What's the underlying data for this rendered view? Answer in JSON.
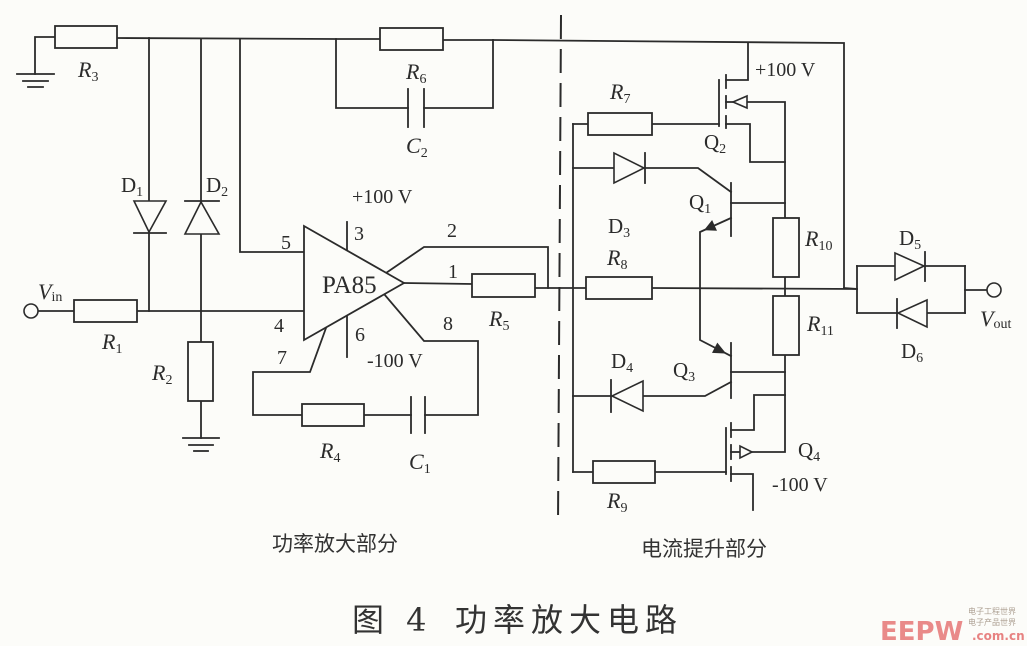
{
  "figure": {
    "number_label": "图 4",
    "title": "功率放大电路"
  },
  "sections": {
    "power_amplifier": "功率放大部分",
    "current_boost": "电流提升部分"
  },
  "amplifier": {
    "name": "PA85",
    "pins": [
      "1",
      "2",
      "3",
      "4",
      "5",
      "6",
      "7",
      "8"
    ],
    "vplus": "+100 V",
    "vminus": "-100 V"
  },
  "supplies": {
    "q2_drain": "+100 V",
    "q4_source": "-100 V"
  },
  "terminals": {
    "vin": {
      "sym": "V",
      "sub": "in"
    },
    "vout": {
      "sym": "V",
      "sub": "out"
    }
  },
  "labels": {
    "R1": {
      "sym": "R",
      "sub": "1"
    },
    "R2": {
      "sym": "R",
      "sub": "2"
    },
    "R3": {
      "sym": "R",
      "sub": "3"
    },
    "R4": {
      "sym": "R",
      "sub": "4"
    },
    "R5": {
      "sym": "R",
      "sub": "5"
    },
    "R6": {
      "sym": "R",
      "sub": "6"
    },
    "R7": {
      "sym": "R",
      "sub": "7"
    },
    "R8": {
      "sym": "R",
      "sub": "8"
    },
    "R9": {
      "sym": "R",
      "sub": "9"
    },
    "R10": {
      "sym": "R",
      "sub": "10"
    },
    "R11": {
      "sym": "R",
      "sub": "11"
    },
    "C1": {
      "sym": "C",
      "sub": "1"
    },
    "C2": {
      "sym": "C",
      "sub": "2"
    },
    "D1": {
      "sym": "D",
      "sub": "1"
    },
    "D2": {
      "sym": "D",
      "sub": "2"
    },
    "D3": {
      "sym": "D",
      "sub": "3"
    },
    "D4": {
      "sym": "D",
      "sub": "4"
    },
    "D5": {
      "sym": "D",
      "sub": "5"
    },
    "D6": {
      "sym": "D",
      "sub": "6"
    },
    "Q1": {
      "sym": "Q",
      "sub": "1"
    },
    "Q2": {
      "sym": "Q",
      "sub": "2"
    },
    "Q3": {
      "sym": "Q",
      "sub": "3"
    },
    "Q4": {
      "sym": "Q",
      "sub": "4"
    }
  },
  "watermark": {
    "logo": "EEPW",
    "cn_line1": "电子工程世界",
    "cn_line2": "电子产品世界",
    "domain": ".com.cn"
  },
  "colors": {
    "ink": "#2b2b2b",
    "background": "#fcfcf9",
    "watermark": "#e36464"
  }
}
